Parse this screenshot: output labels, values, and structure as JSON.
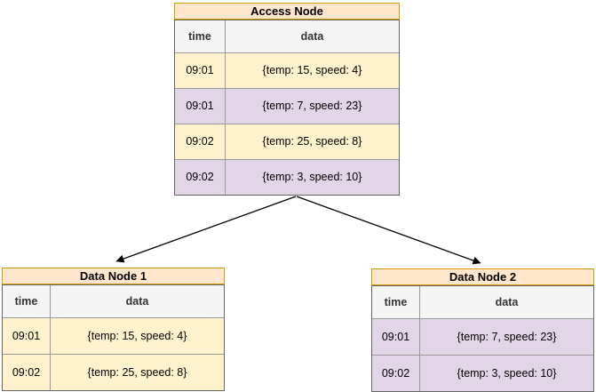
{
  "diagram": {
    "colors": {
      "title_fill": "#ffe6cc",
      "title_border": "#d79b00",
      "header_fill": "#f5f5f5",
      "header_text": "#333333",
      "row_yellow": "#fff2cc",
      "row_purple": "#e1d5e7",
      "outer_border": "#666666",
      "inner_border": "#999999",
      "cell_text": "#000000",
      "arrow": "#000000"
    },
    "nodes": [
      {
        "id": "access-node",
        "title": "Access Node",
        "columns": [
          "time",
          "data"
        ],
        "rows": [
          {
            "time": "09:01",
            "data": "{temp: 15, speed: 4}",
            "color": "yellow"
          },
          {
            "time": "09:01",
            "data": "{temp: 7, speed: 23}",
            "color": "purple"
          },
          {
            "time": "09:02",
            "data": "{temp: 25, speed: 8}",
            "color": "yellow"
          },
          {
            "time": "09:02",
            "data": "{temp: 3, speed: 10}",
            "color": "purple"
          }
        ]
      },
      {
        "id": "data-node-1",
        "title": "Data Node 1",
        "columns": [
          "time",
          "data"
        ],
        "rows": [
          {
            "time": "09:01",
            "data": "{temp: 15, speed: 4}",
            "color": "yellow"
          },
          {
            "time": "09:02",
            "data": "{temp: 25, speed: 8}",
            "color": "yellow"
          }
        ]
      },
      {
        "id": "data-node-2",
        "title": "Data Node 2",
        "columns": [
          "time",
          "data"
        ],
        "rows": [
          {
            "time": "09:01",
            "data": "{temp: 7, speed: 23}",
            "color": "purple"
          },
          {
            "time": "09:02",
            "data": "{temp: 3, speed: 10}",
            "color": "purple"
          }
        ]
      }
    ],
    "edges": [
      {
        "from": "access-node",
        "to": "data-node-1"
      },
      {
        "from": "access-node",
        "to": "data-node-2"
      }
    ]
  }
}
